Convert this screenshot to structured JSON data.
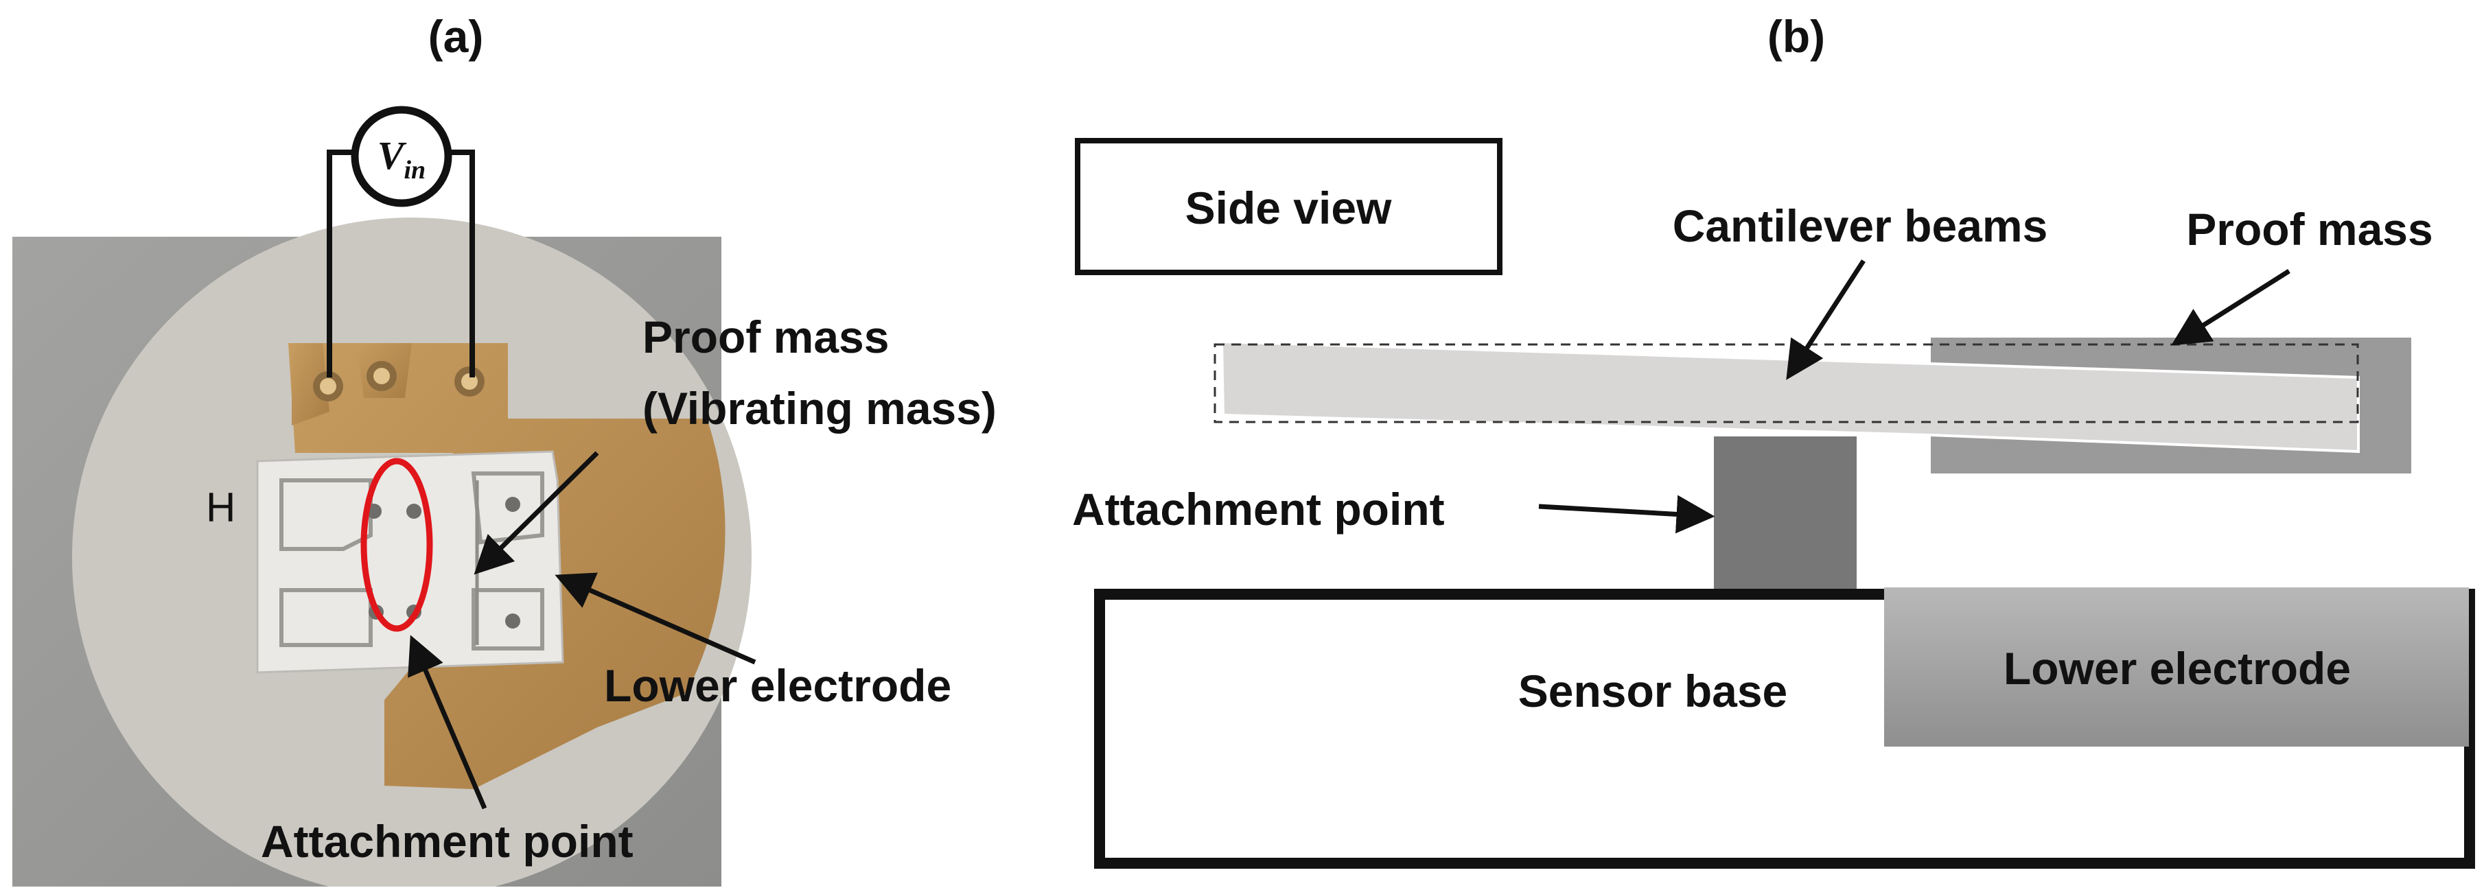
{
  "panels": {
    "a": {
      "label": "(a)",
      "voltage_symbol": "V",
      "voltage_subscript": "in",
      "callouts": {
        "proof_mass_line1": "Proof mass",
        "proof_mass_line2": "(Vibrating mass)",
        "lower_electrode": "Lower electrode",
        "attachment_point": "Attachment point"
      }
    },
    "b": {
      "label": "(b)",
      "side_view": "Side view",
      "cantilever_beams": "Cantilever beams",
      "proof_mass": "Proof mass",
      "attachment_point": "Attachment point",
      "sensor_base": "Sensor base",
      "lower_electrode": "Lower electrode"
    }
  },
  "colors": {
    "photo_background": "#9a9a98",
    "sensor_disk": "#c8c6bf",
    "gold_electrode": "#b98e55",
    "silver_beam": "#e7e7e4",
    "attachment_ellipse": "#e0161a",
    "beam_fill": "#d9d6d6",
    "proof_mass_fill": "#9a9a9a",
    "attachment_fill": "#777777",
    "lower_electrode_fill": "#a9a9a9",
    "outline": "#111111"
  }
}
